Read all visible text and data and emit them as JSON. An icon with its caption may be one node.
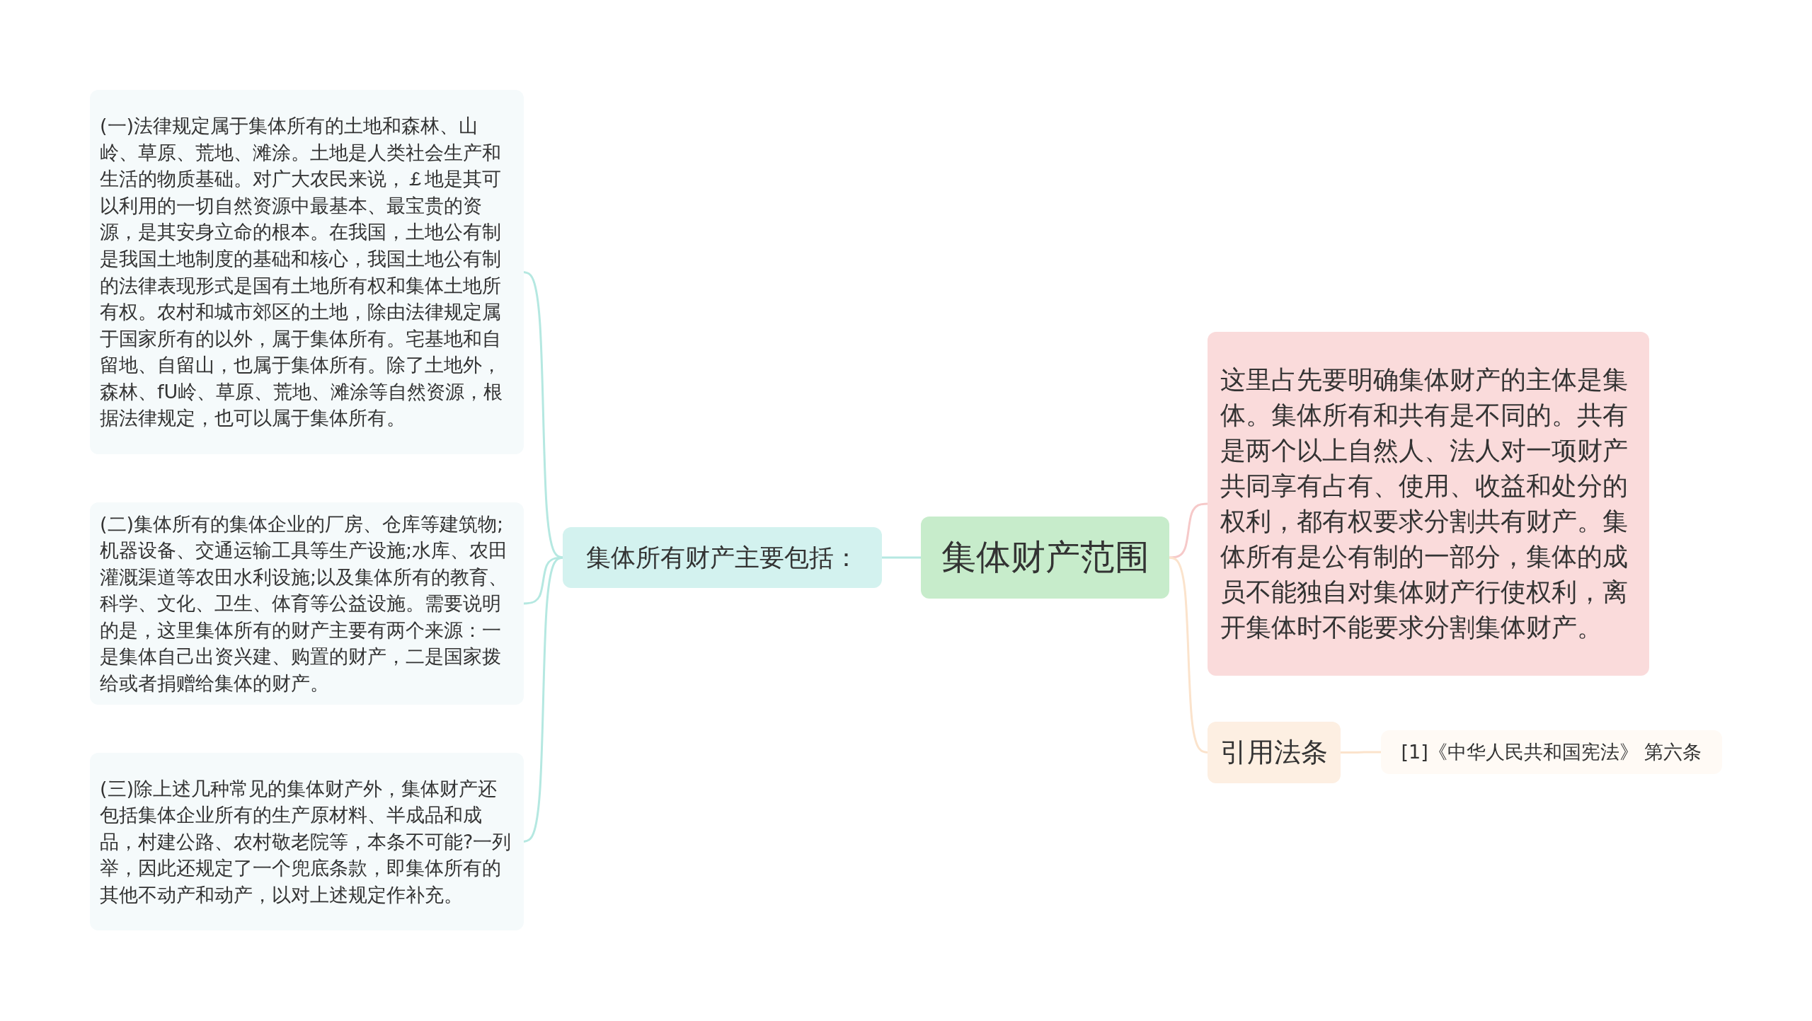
{
  "diagram": {
    "nodes": [
      {
        "text": [
          "集体财产范围"
        ]
      },
      {
        "text": [
          "集体所有财产主要包括："
        ]
      },
      {
        "text": [
          "(一)法律规定属于集体所有的土地和森林、山岭、草原、荒地、滩涂。土地是人类社会生产和生活的物质基础。对广大农民来说，￡地是其可以利用的一切自然资源中最基本、最宝贵的资源，是其安身立命的根本。在我国，土地公有制是我国土地制度的基础和核心，我国土地公有制的法律表现形式是国有土地所有权和集体土地所有权。农村和城市郊区的土地，除由法律规定属于国家所有的以外，属于集体所有。宅基地和自留地、自留山，也属于集体所有。除了土地外，森林、fU岭、草原、荒地、滩涂等自然资源，根据法律规定，也可以属于集体所有。"
        ]
      },
      {
        "text": [
          "(二)集体所有的集体企业的厂房、仓库等建筑物;机器设备、交通运输工具等生产设施;水库、农田灌溉渠道等农田水利设施;以及集体所有的教育、科学、文化、卫生、体育等公益设施。需要说明的是，这里集体所有的财产主要有两个来源：一是集体自己出资兴建、购置的财产，二是国家拨给或者捐赠给集体的财产。"
        ]
      },
      {
        "text": [
          "(三)除上述几种常见的集体财产外，集体财产还包括集体企业所有的生产原材料、半成品和成品，村建公路、农村敬老院等，本条不可能?一列举，因此还规定了一个兜底条款，即集体所有的其他不动产和动产，以对上述规定作补充。"
        ]
      },
      {
        "text": [
          "这里占先要明确集体财产的主体是集体。集体所有和共有是不同的。共有是两个以上自然人、法人对一项财产共同享有占有、使用、收益和处分的权利，都有权要求分割共有财产。集体所有是公有制的一部分，集体的成员不能独自对集体财产行使权利，离开集体时不能要求分割集体财产。"
        ]
      },
      {
        "text": [
          "引用法条"
        ]
      },
      {
        "text": [
          "[1]《中华人民共和国宪法》 第六条"
        ]
      }
    ],
    "edges": [
      {
        "from": 0,
        "to": 1,
        "arrow": "none"
      },
      {
        "from": 1,
        "to": 2,
        "arrow": "none"
      },
      {
        "from": 1,
        "to": 3,
        "arrow": "none"
      },
      {
        "from": 1,
        "to": 4,
        "arrow": "none"
      },
      {
        "from": 0,
        "to": 5,
        "arrow": "none",
        "color": "#f6c9c9"
      },
      {
        "from": 0,
        "to": 6,
        "arrow": "none",
        "color": "#fbe3cc"
      },
      {
        "from": 6,
        "to": 7,
        "arrow": "none",
        "color": "#fbe3cc"
      }
    ]
  }
}
